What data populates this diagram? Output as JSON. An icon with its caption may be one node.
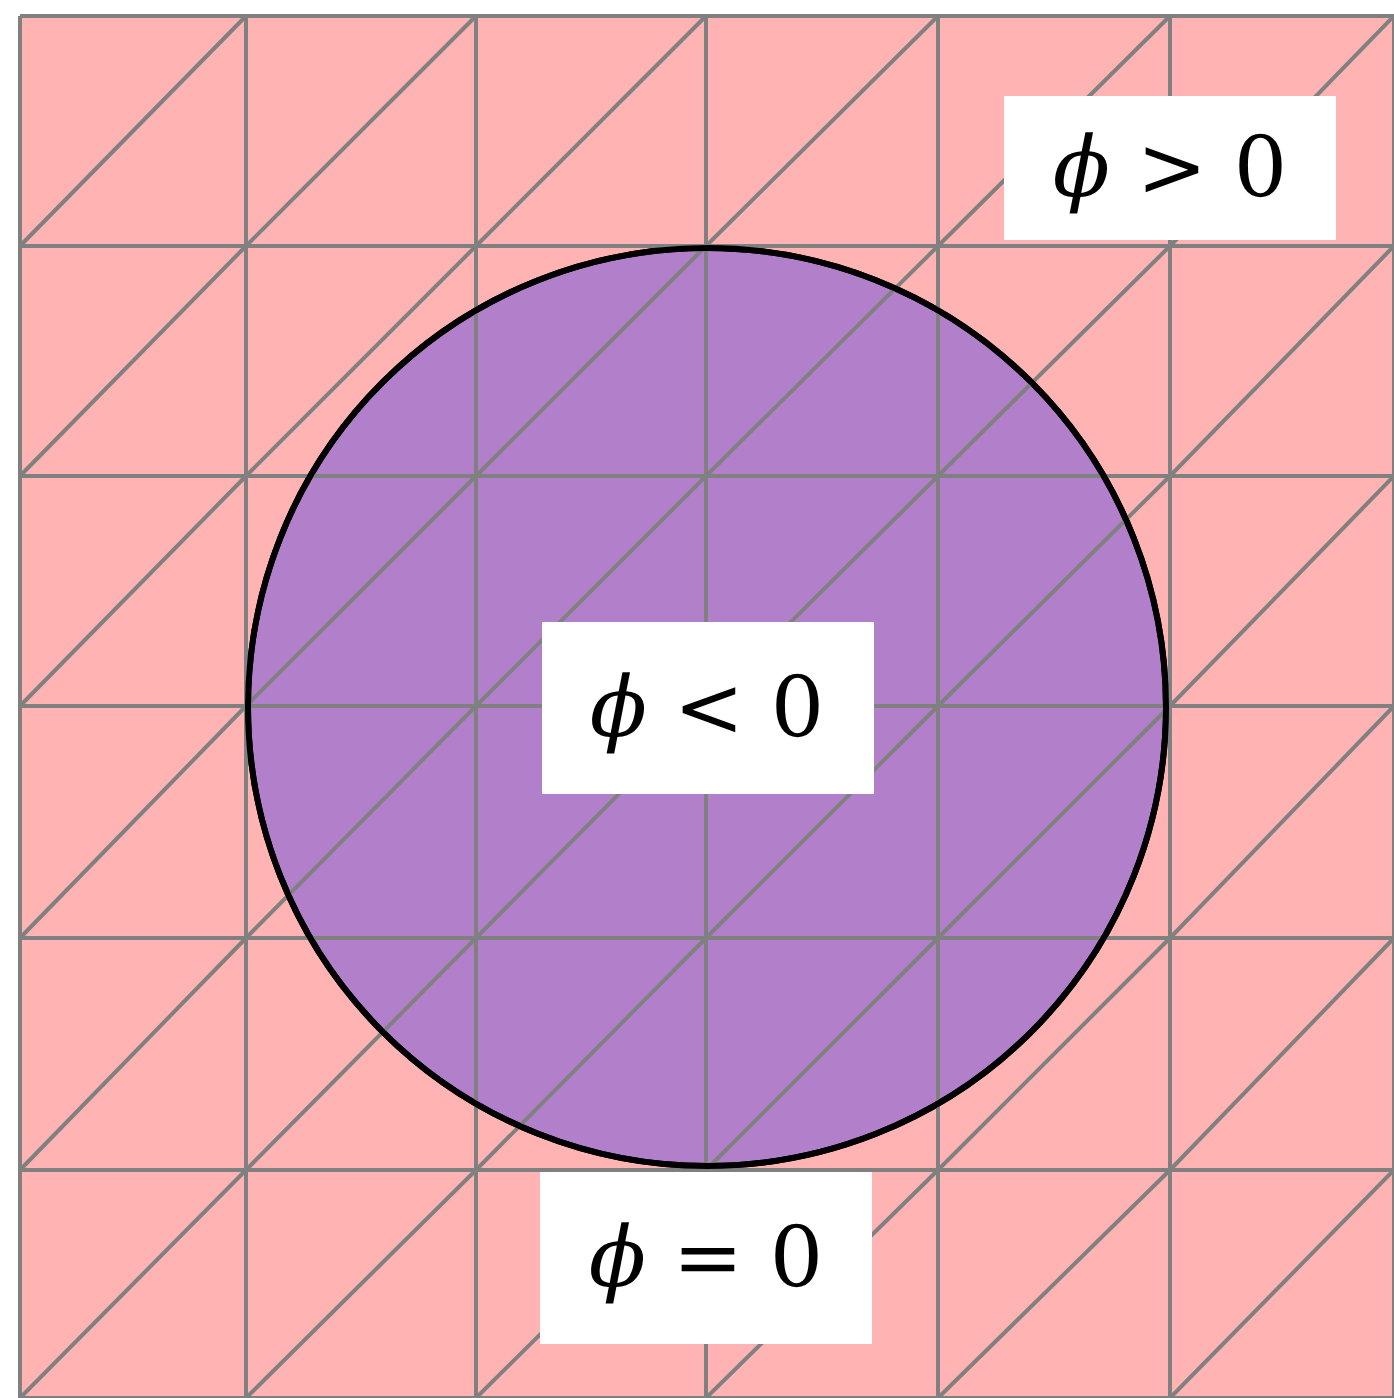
{
  "diagram": {
    "nodes": [
      {
        "text": [
          "*ϕ* < 0"
        ]
      }
    ],
    "labels": [
      "*ϕ* > 0",
      "*ϕ* = 0"
    ]
  }
}
